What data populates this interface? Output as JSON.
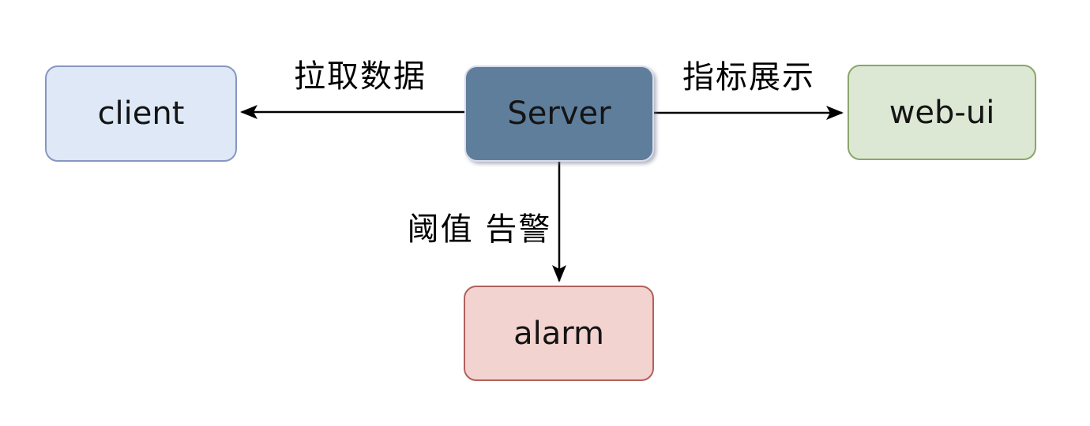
{
  "diagram": {
    "background": "#ffffff",
    "arrow_color": "#000000",
    "text_color": "#141414",
    "nodes": {
      "client": {
        "label": "client",
        "fill": "#dee8f7",
        "stroke": "#8896c2"
      },
      "server": {
        "label": "Server",
        "fill": "#5e7e9b",
        "stroke": "#d9dcec"
      },
      "webui": {
        "label": "web-ui",
        "fill": "#dce8d3",
        "stroke": "#8ba56b"
      },
      "alarm": {
        "label": "alarm",
        "fill": "#f2d3cf",
        "stroke": "#b2605c"
      }
    },
    "edges": {
      "server_to_client": {
        "label": "拉取数据",
        "from": "Server",
        "to": "client"
      },
      "server_to_webui": {
        "label": "指标展示",
        "from": "Server",
        "to": "web-ui"
      },
      "server_to_alarm": {
        "label": "阈值 告警",
        "from": "Server",
        "to": "alarm"
      }
    }
  }
}
